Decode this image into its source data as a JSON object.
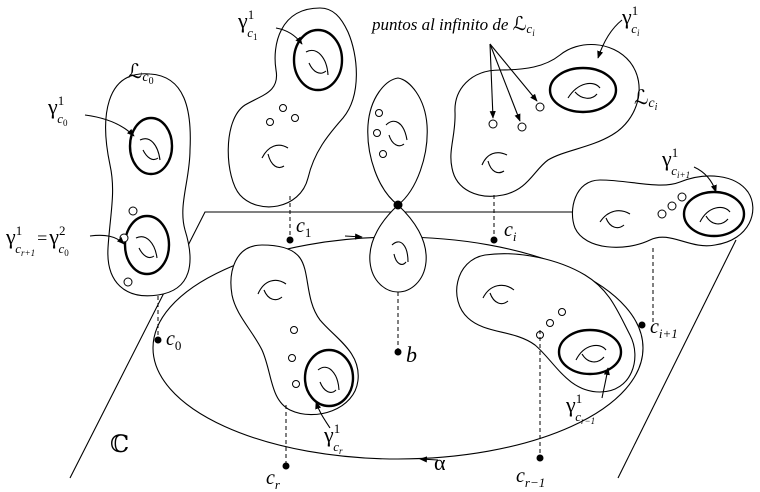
{
  "plane_label": "ℂ",
  "loop_label": "α",
  "base_point_label": "b",
  "points": {
    "c0": {
      "base": "c",
      "sub": "0"
    },
    "c1": {
      "base": "c",
      "sub": "1"
    },
    "ci": {
      "base": "c",
      "sub": "i"
    },
    "ci1": {
      "base": "c",
      "sub": "i+1"
    },
    "cr1": {
      "base": "c",
      "sub": "r−1"
    },
    "cr": {
      "base": "c",
      "sub": "r"
    }
  },
  "fibers": {
    "Lc0": {
      "base": "ℒ",
      "sub": "c",
      "subsub": "0"
    },
    "Lci": {
      "base": "ℒ",
      "sub": "c",
      "subsub": "i"
    }
  },
  "infinity_note": {
    "text": "puntos al infinito de ",
    "symbol": "ℒ",
    "sub": "c",
    "subsub": "i"
  },
  "cycles": {
    "g_c1": {
      "base": "γ",
      "sup": "1",
      "sub": "c",
      "subsub": "1"
    },
    "g_ci": {
      "base": "γ",
      "sup": "1",
      "sub": "c",
      "subsub": "i"
    },
    "g_c0": {
      "base": "γ",
      "sup": "1",
      "sub": "c",
      "subsub": "0"
    },
    "g_ci1": {
      "base": "γ",
      "sup": "1",
      "sub": "c",
      "subsub": "i+1"
    },
    "g_cr1": {
      "base": "γ",
      "sup": "1",
      "sub": "c",
      "subsub": "r−1"
    },
    "g_cr": {
      "base": "γ",
      "sup": "1",
      "sub": "c",
      "subsub": "r"
    },
    "g_eq_left": {
      "base": "γ",
      "sup": "1",
      "sub": "c",
      "subsub": "r+1"
    },
    "g_eq_right": {
      "base": "γ",
      "sup": "2",
      "sub": "c",
      "subsub": "0"
    },
    "equals": "="
  }
}
